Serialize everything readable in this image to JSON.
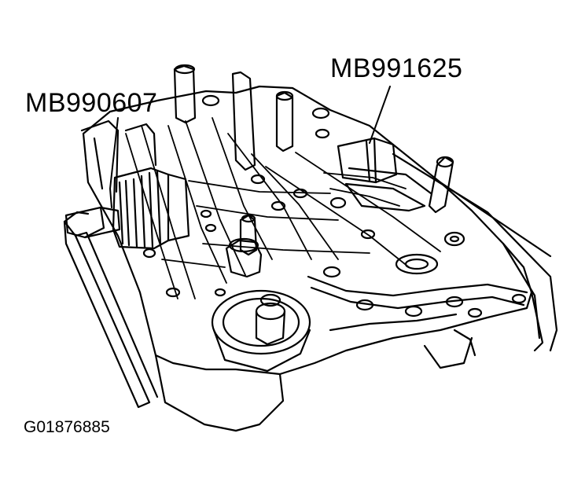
{
  "callouts": {
    "left_tool": "MB990607",
    "right_tool": "MB991625"
  },
  "figure_id": "G01876885"
}
